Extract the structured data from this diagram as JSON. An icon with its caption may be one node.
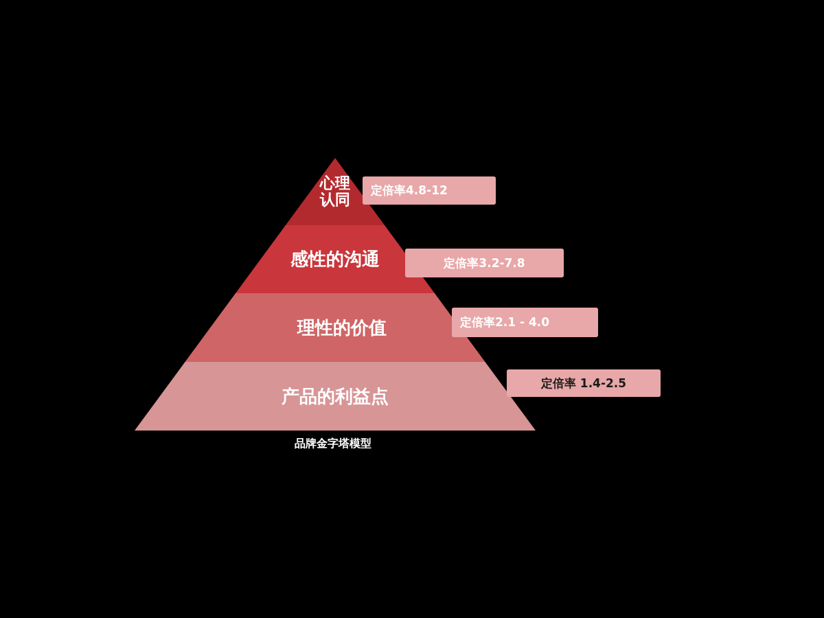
{
  "diagram": {
    "caption": "品牌金字塔模型",
    "nodes": [
      {
        "text": [
          "心理认同"
        ]
      },
      {
        "text": [
          "感性的沟通"
        ]
      },
      {
        "text": [
          "理性的价值"
        ]
      },
      {
        "text": [
          "产品的利益点"
        ]
      },
      {
        "text": [
          "定倍率4.8-12"
        ]
      },
      {
        "text": [
          "定倍率3.2-7.8"
        ]
      },
      {
        "text": [
          "定倍率2.1 - 4.0"
        ]
      },
      {
        "text": [
          "定倍率 1.4-2.5"
        ]
      }
    ]
  }
}
